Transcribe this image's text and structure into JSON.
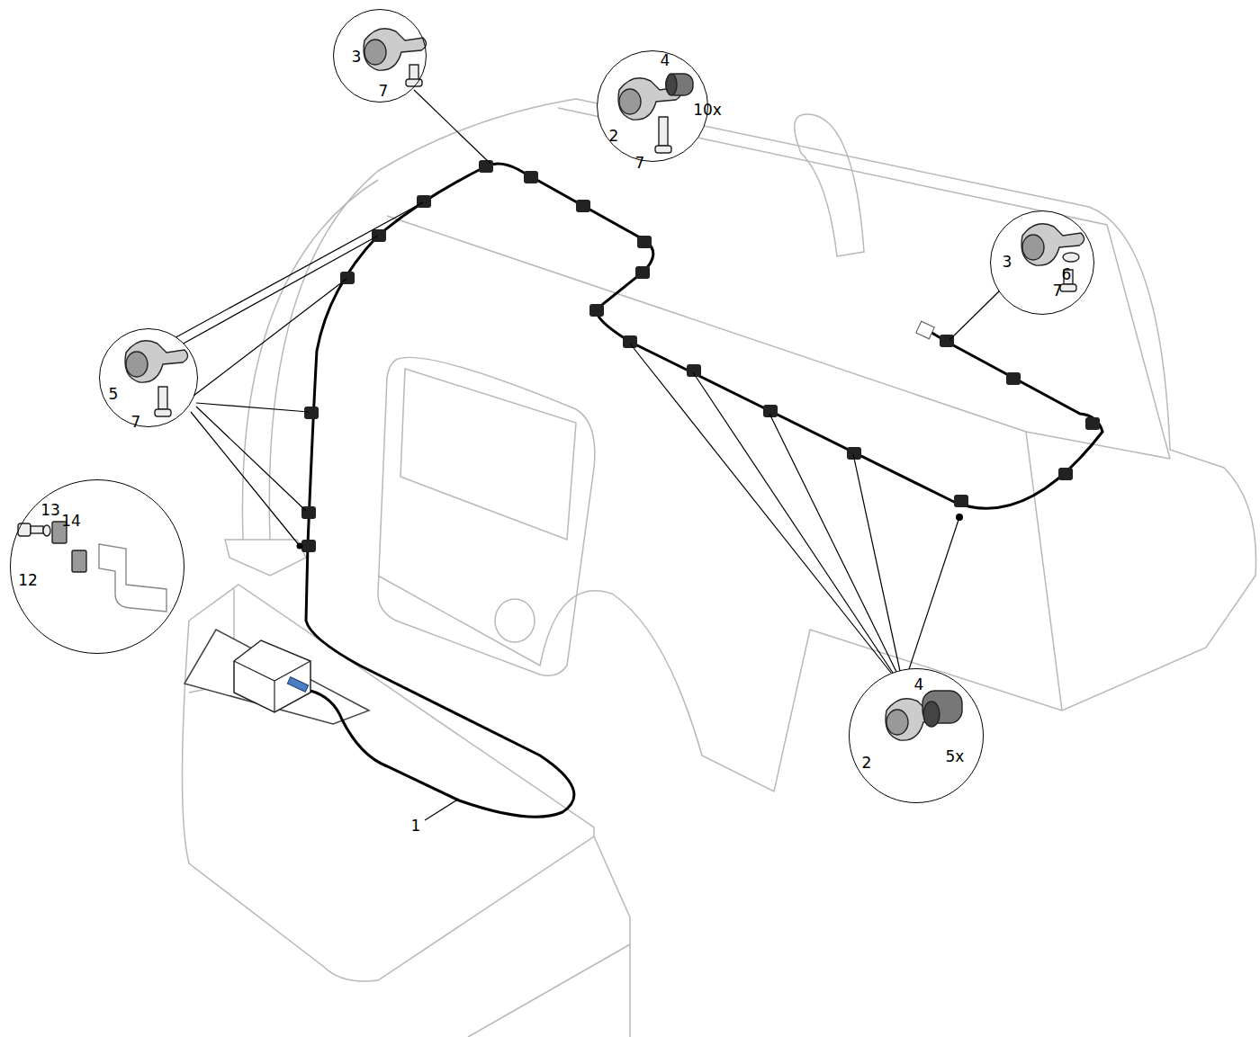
{
  "diagram": {
    "nodes": [
      {
        "text": [
          "3",
          "7"
        ]
      },
      {
        "text": [
          "4",
          "2",
          "7",
          "10x"
        ]
      },
      {
        "text": [
          "3",
          "6",
          "7"
        ]
      },
      {
        "text": [
          "5",
          "7"
        ]
      },
      {
        "text": [
          "13",
          "14",
          "12"
        ]
      },
      {
        "text": [
          "4",
          "2",
          "5x"
        ]
      }
    ],
    "labels": [
      "1"
    ]
  }
}
